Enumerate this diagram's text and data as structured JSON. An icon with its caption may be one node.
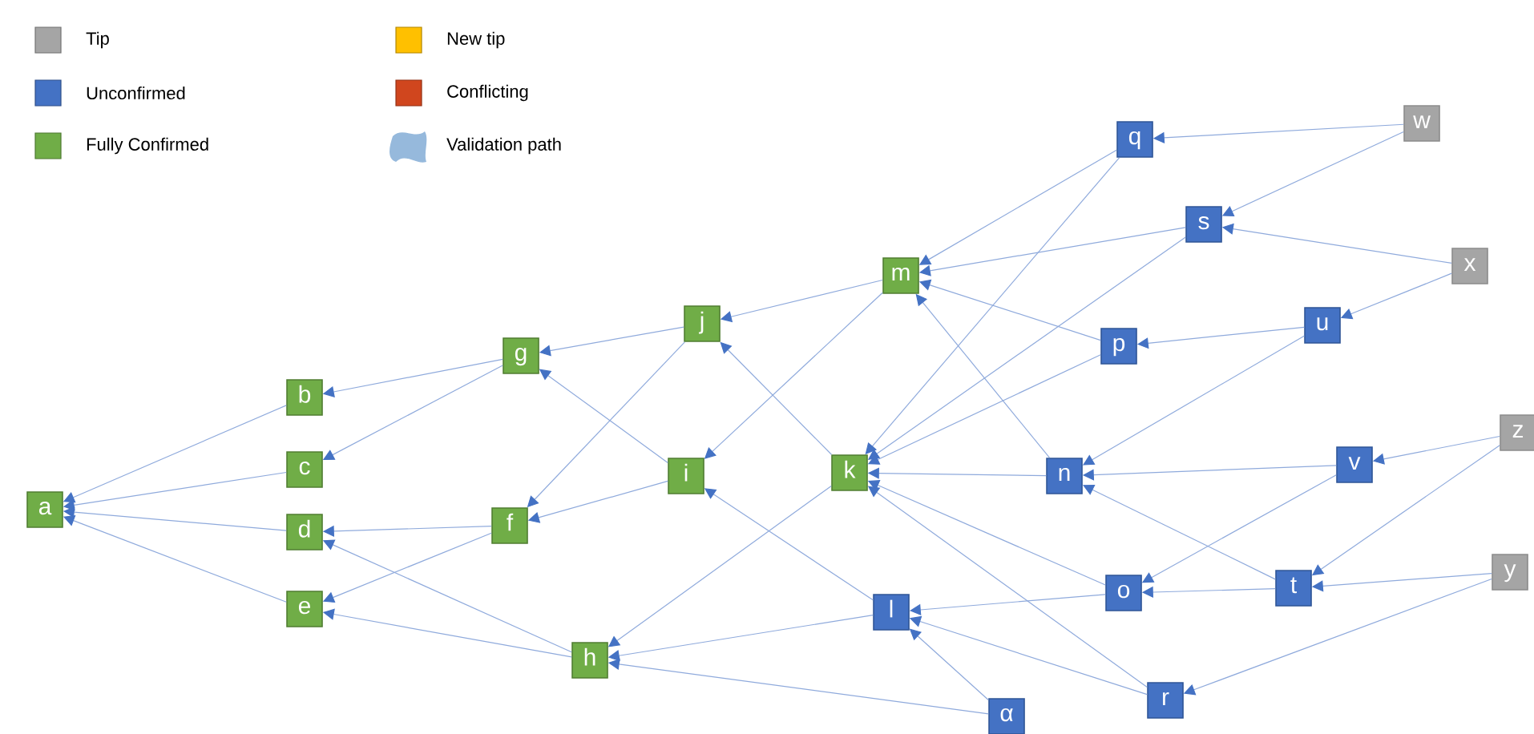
{
  "diagram": {
    "nodes": [
      {
        "text": [
          "a"
        ]
      },
      {
        "text": [
          "b"
        ]
      },
      {
        "text": [
          "c"
        ]
      },
      {
        "text": [
          "d"
        ]
      },
      {
        "text": [
          "e"
        ]
      },
      {
        "text": [
          "g"
        ]
      },
      {
        "text": [
          "f"
        ]
      },
      {
        "text": [
          "j"
        ]
      },
      {
        "text": [
          "i"
        ]
      },
      {
        "text": [
          "h"
        ]
      },
      {
        "text": [
          "m"
        ]
      },
      {
        "text": [
          "k"
        ]
      },
      {
        "text": [
          "l"
        ]
      },
      {
        "text": [
          "α"
        ]
      },
      {
        "text": [
          "q"
        ]
      },
      {
        "text": [
          "s"
        ]
      },
      {
        "text": [
          "p"
        ]
      },
      {
        "text": [
          "n"
        ]
      },
      {
        "text": [
          "o"
        ]
      },
      {
        "text": [
          "r"
        ]
      },
      {
        "text": [
          "u"
        ]
      },
      {
        "text": [
          "v"
        ]
      },
      {
        "text": [
          "t"
        ]
      },
      {
        "text": [
          "w"
        ]
      },
      {
        "text": [
          "x"
        ]
      },
      {
        "text": [
          "z"
        ]
      },
      {
        "text": [
          "y"
        ]
      }
    ],
    "edges": [
      {
        "from": 1,
        "to": 0,
        "arrow": "to"
      },
      {
        "from": 2,
        "to": 0,
        "arrow": "to"
      },
      {
        "from": 3,
        "to": 0,
        "arrow": "to"
      },
      {
        "from": 4,
        "to": 0,
        "arrow": "to"
      },
      {
        "from": 5,
        "to": 1,
        "arrow": "to"
      },
      {
        "from": 5,
        "to": 2,
        "arrow": "to"
      },
      {
        "from": 6,
        "to": 3,
        "arrow": "to"
      },
      {
        "from": 6,
        "to": 4,
        "arrow": "to"
      },
      {
        "from": 9,
        "to": 3,
        "arrow": "to"
      },
      {
        "from": 9,
        "to": 4,
        "arrow": "to"
      },
      {
        "from": 7,
        "to": 5,
        "arrow": "to"
      },
      {
        "from": 8,
        "to": 5,
        "arrow": "to"
      },
      {
        "from": 7,
        "to": 6,
        "arrow": "to"
      },
      {
        "from": 8,
        "to": 6,
        "arrow": "to"
      },
      {
        "from": 10,
        "to": 7,
        "arrow": "to"
      },
      {
        "from": 11,
        "to": 7,
        "arrow": "to"
      },
      {
        "from": 10,
        "to": 8,
        "arrow": "to"
      },
      {
        "from": 12,
        "to": 8,
        "arrow": "to"
      },
      {
        "from": 11,
        "to": 9,
        "arrow": "to"
      },
      {
        "from": 12,
        "to": 9,
        "arrow": "to"
      },
      {
        "from": 13,
        "to": 9,
        "arrow": "to"
      },
      {
        "from": 14,
        "to": 10,
        "arrow": "to"
      },
      {
        "from": 15,
        "to": 10,
        "arrow": "to"
      },
      {
        "from": 16,
        "to": 10,
        "arrow": "to"
      },
      {
        "from": 17,
        "to": 10,
        "arrow": "to"
      },
      {
        "from": 14,
        "to": 11,
        "arrow": "to"
      },
      {
        "from": 15,
        "to": 11,
        "arrow": "to"
      },
      {
        "from": 16,
        "to": 11,
        "arrow": "to"
      },
      {
        "from": 17,
        "to": 11,
        "arrow": "to"
      },
      {
        "from": 18,
        "to": 11,
        "arrow": "to"
      },
      {
        "from": 19,
        "to": 11,
        "arrow": "to"
      },
      {
        "from": 18,
        "to": 12,
        "arrow": "to"
      },
      {
        "from": 19,
        "to": 12,
        "arrow": "to"
      },
      {
        "from": 13,
        "to": 12,
        "arrow": "to"
      },
      {
        "from": 23,
        "to": 14,
        "arrow": "to"
      },
      {
        "from": 23,
        "to": 15,
        "arrow": "to"
      },
      {
        "from": 24,
        "to": 15,
        "arrow": "to"
      },
      {
        "from": 24,
        "to": 20,
        "arrow": "to"
      },
      {
        "from": 20,
        "to": 16,
        "arrow": "to"
      },
      {
        "from": 20,
        "to": 17,
        "arrow": "to"
      },
      {
        "from": 21,
        "to": 17,
        "arrow": "to"
      },
      {
        "from": 22,
        "to": 17,
        "arrow": "to"
      },
      {
        "from": 21,
        "to": 18,
        "arrow": "to"
      },
      {
        "from": 22,
        "to": 18,
        "arrow": "to"
      },
      {
        "from": 25,
        "to": 21,
        "arrow": "to"
      },
      {
        "from": 25,
        "to": 22,
        "arrow": "to"
      },
      {
        "from": 26,
        "to": 22,
        "arrow": "to"
      },
      {
        "from": 26,
        "to": 19,
        "arrow": "to"
      }
    ],
    "legend": [
      {
        "text": "Tip",
        "color": "#a5a5a5"
      },
      {
        "text": "New tip",
        "color": "#ffc000"
      },
      {
        "text": "Unconfirmed",
        "color": "#4472c4"
      },
      {
        "text": "Conflicting",
        "color": "#d0461e"
      },
      {
        "text": "Fully Confirmed",
        "color": "#70ad47"
      },
      {
        "text": "Validation path"
      }
    ]
  }
}
